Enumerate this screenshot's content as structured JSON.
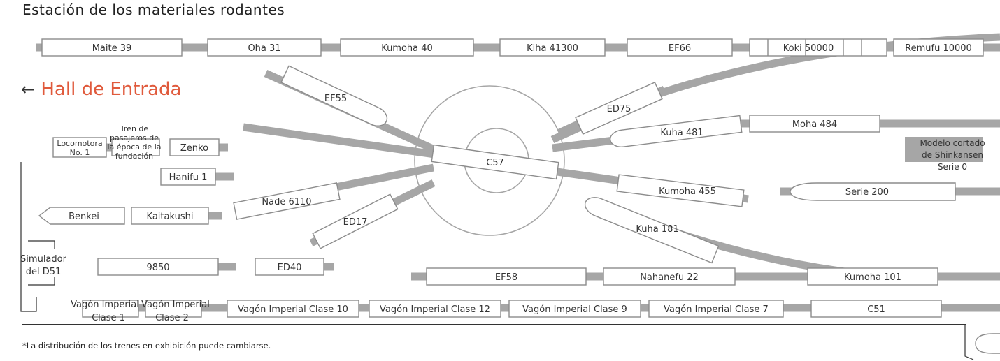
{
  "title": "Estación de los materiales rodantes",
  "entrance": {
    "arrow": "←",
    "label": "Hall de Entrada",
    "color": "#e05a3c"
  },
  "note": "*La distribución de los trenes en exhibición puede cambiarse.",
  "colors": {
    "track": "#a6a6a6",
    "car_stroke": "#8c8c8c",
    "text": "#333333"
  },
  "cars": {
    "maite39": "Maite 39",
    "oha31": "Oha 31",
    "kumoha40": "Kumoha 40",
    "kiha41300": "Kiha 41300",
    "ef66": "EF66",
    "koki50000": "Koki 50000",
    "remufu10000": "Remufu 10000",
    "ef55": "EF55",
    "ed75": "ED75",
    "moha484": "Moha 484",
    "kuha481": "Kuha 481",
    "locomotora_no1": [
      "Locomotora",
      "No. 1"
    ],
    "tren_fundacion": [
      "Tren de",
      "pasajeros de",
      "la época de la",
      "fundación"
    ],
    "zenko": "Zenko",
    "c57": "C57",
    "hanifu1": "Hanifu 1",
    "shinkansen0": [
      "Modelo cortado",
      "de Shinkansen",
      "Serie 0"
    ],
    "kumoha455": "Kumoha 455",
    "serie200": "Serie 200",
    "nade6110": "Nade 6110",
    "benkei": "Benkei",
    "kaitakushi": "Kaitakushi",
    "ed17": "ED17",
    "kuha181": "Kuha 181",
    "simulador_d51": [
      "Simulador",
      "del D51"
    ],
    "c9850": "9850",
    "ed40": "ED40",
    "ef58": "EF58",
    "nahanefu22": "Nahanefu 22",
    "kumoha101": "Kumoha 101",
    "vagon_clase1": [
      "Vagón Imperial",
      "Clase 1"
    ],
    "vagon_clase2": [
      "Vagón Imperial",
      "Clase 2"
    ],
    "vagon_clase10": "Vagón Imperial Clase 10",
    "vagon_clase12": "Vagón Imperial Clase 12",
    "vagon_clase9": "Vagón Imperial Clase 9",
    "vagon_clase7": "Vagón Imperial Clase 7",
    "c51": "C51"
  }
}
